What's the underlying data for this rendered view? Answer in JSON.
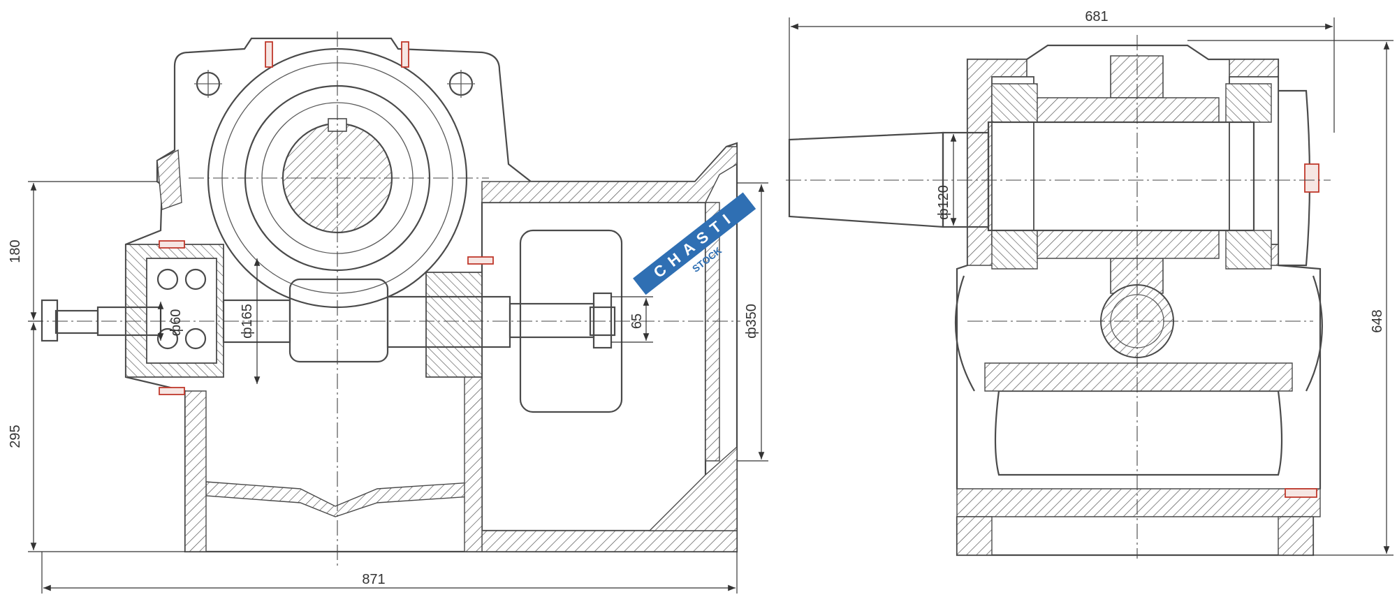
{
  "dimensions": {
    "left_view": {
      "height_upper": "180",
      "height_lower": "295",
      "total_width": "871",
      "worm_dia_bearing": "ф60",
      "worm_dia_wheel": "ф165",
      "shaft_offset": "65",
      "flange_dia": "ф350"
    },
    "right_view": {
      "total_width": "681",
      "total_height": "648",
      "output_shaft_dia": "ф120"
    }
  },
  "watermark": {
    "brand": "CHASTI",
    "sub": "STOCK"
  },
  "colors": {
    "line": "#4a4a4a",
    "fastener": "#c0392b",
    "watermark": "#2f6fb3"
  }
}
